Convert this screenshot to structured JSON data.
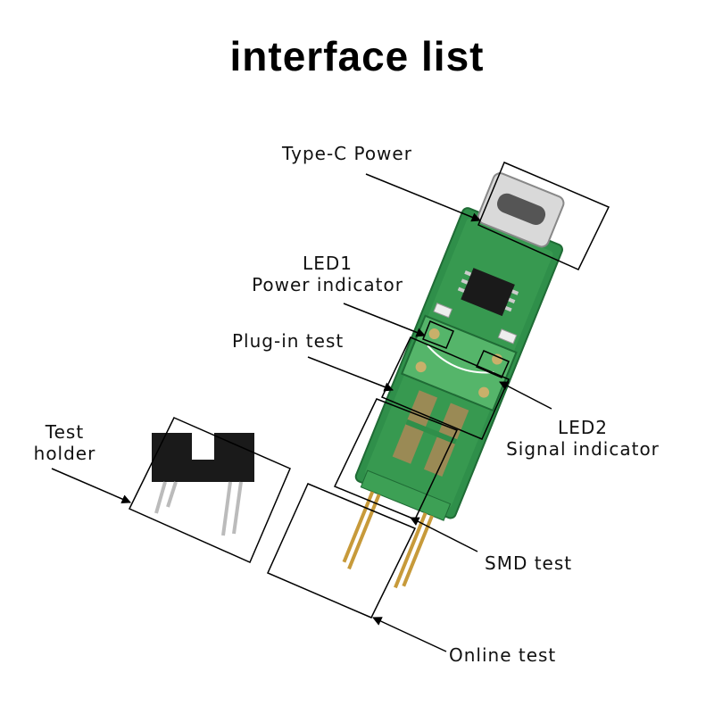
{
  "title": "interface list",
  "labels": {
    "type_c": "Type-C Power",
    "led1_line1": "LED1",
    "led1_line2": "Power indicator",
    "plug_in": "Plug-in test",
    "led2_line1": "LED2",
    "led2_line2": "Signal indicator",
    "test_holder_line1": "Test",
    "test_holder_line2": "holder",
    "smd": "SMD test",
    "online": "Online test"
  },
  "colors": {
    "pcb": "#2f8f4a",
    "pcb_light": "#55b56a",
    "pad": "#9a8a55",
    "pin": "#c79a3a",
    "holder": "#1a1a1a"
  }
}
